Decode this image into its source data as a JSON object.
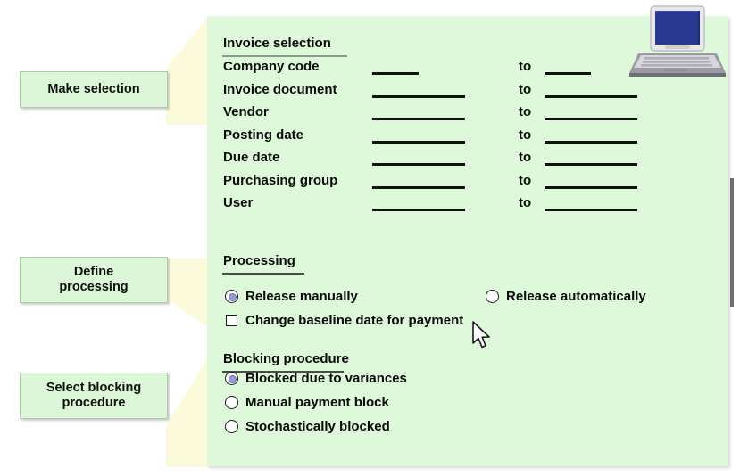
{
  "callouts": [
    {
      "name": "make-selection",
      "label": "Make selection"
    },
    {
      "name": "define-processing",
      "label": "Define\nprocessing"
    },
    {
      "name": "select-blocking",
      "label": "Select blocking\nprocedure"
    }
  ],
  "panel": {
    "invoice_selection": {
      "heading": "Invoice selection",
      "to_label": "to",
      "fields": [
        {
          "label": "Company code",
          "from_value": "",
          "to_value": "",
          "size": "short"
        },
        {
          "label": "Invoice document",
          "from_value": "",
          "to_value": "",
          "size": "long"
        },
        {
          "label": "Vendor",
          "from_value": "",
          "to_value": "",
          "size": "long"
        },
        {
          "label": "Posting date",
          "from_value": "",
          "to_value": "",
          "size": "long"
        },
        {
          "label": "Due date",
          "from_value": "",
          "to_value": "",
          "size": "long"
        },
        {
          "label": "Purchasing group",
          "from_value": "",
          "to_value": "",
          "size": "long"
        },
        {
          "label": "User",
          "from_value": "",
          "to_value": "",
          "size": "long"
        }
      ]
    },
    "processing": {
      "heading": "Processing",
      "options": [
        {
          "label": "Release manually",
          "selected": true
        },
        {
          "label": "Release automatically",
          "selected": false
        }
      ],
      "checkbox": {
        "label": "Change baseline date for payment",
        "checked": false
      }
    },
    "blocking_procedure": {
      "heading": "Blocking procedure",
      "options": [
        {
          "label": "Blocked due to variances",
          "selected": true
        },
        {
          "label": "Manual payment block",
          "selected": false
        },
        {
          "label": "Stochastically blocked",
          "selected": false
        }
      ]
    }
  },
  "icons": {
    "laptop": "laptop-icon",
    "cursor": "mouse-cursor-icon"
  },
  "colors": {
    "panel_background": "#DEF8DA",
    "callout_background": "#DCF7D7",
    "connector": "#FBFBDC",
    "radio_selected": "#9B9BD4",
    "laptop_screen": "#283890",
    "page_background": "#FFFFFF"
  }
}
